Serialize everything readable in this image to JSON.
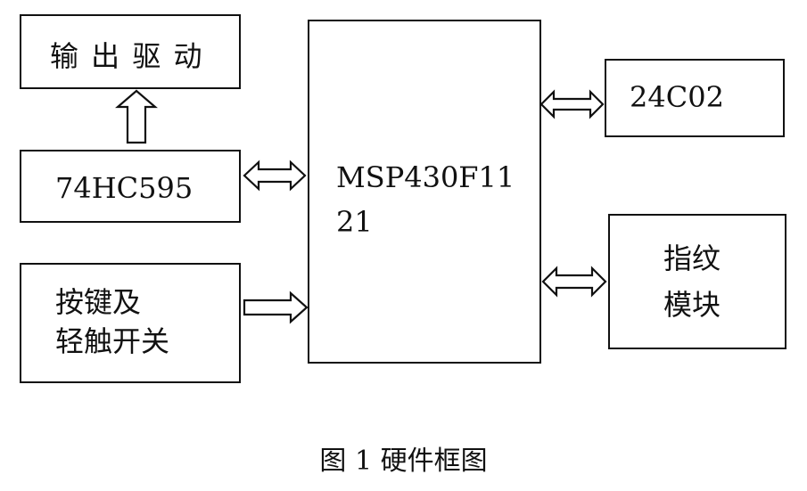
{
  "blocks": {
    "output_driver": "输 出 驱 动",
    "shift_register": "74HC595",
    "keys_switches": "按键及\n轻触开关",
    "mcu": "MSP430F11\n21",
    "eeprom": "24C02",
    "fingerprint": "指纹\n模块"
  },
  "caption": "图 1  硬件框图",
  "colors": {
    "line": "#111111",
    "background": "#ffffff"
  }
}
